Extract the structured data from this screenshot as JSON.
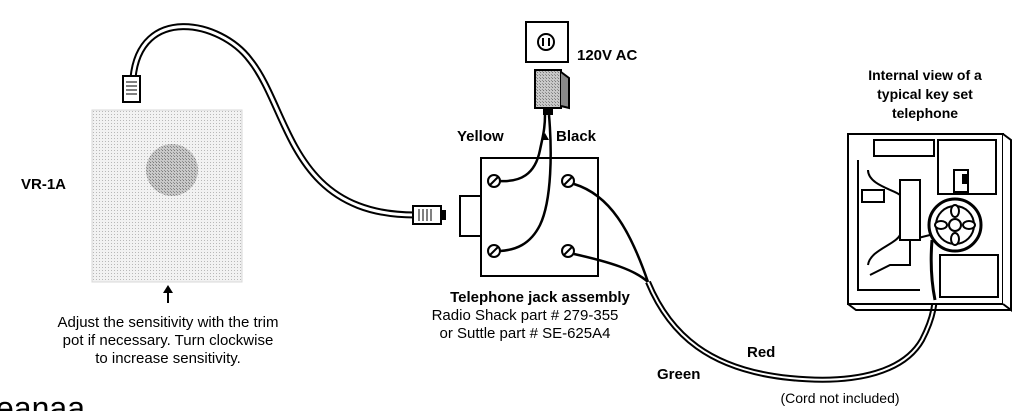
{
  "device": {
    "label": "VR-1A"
  },
  "instruction": {
    "lines": [
      "Adjust the sensitivity with the trim",
      "pot if necessary.  Turn clockwise",
      "to increase sensitivity."
    ]
  },
  "power": {
    "label": "120V AC"
  },
  "wires": {
    "yellow": "Yellow",
    "black": "Black",
    "red": "Red",
    "green": "Green"
  },
  "jack": {
    "title": "Telephone jack assembly",
    "line1": "Radio Shack part # 279-355",
    "line2": "or Suttle part # SE-625A4"
  },
  "phone": {
    "line1": "Internal view of a",
    "line2": "typical key set",
    "line3": "telephone"
  },
  "cord_note": "(Cord not included)",
  "partial_text": "eanaa"
}
